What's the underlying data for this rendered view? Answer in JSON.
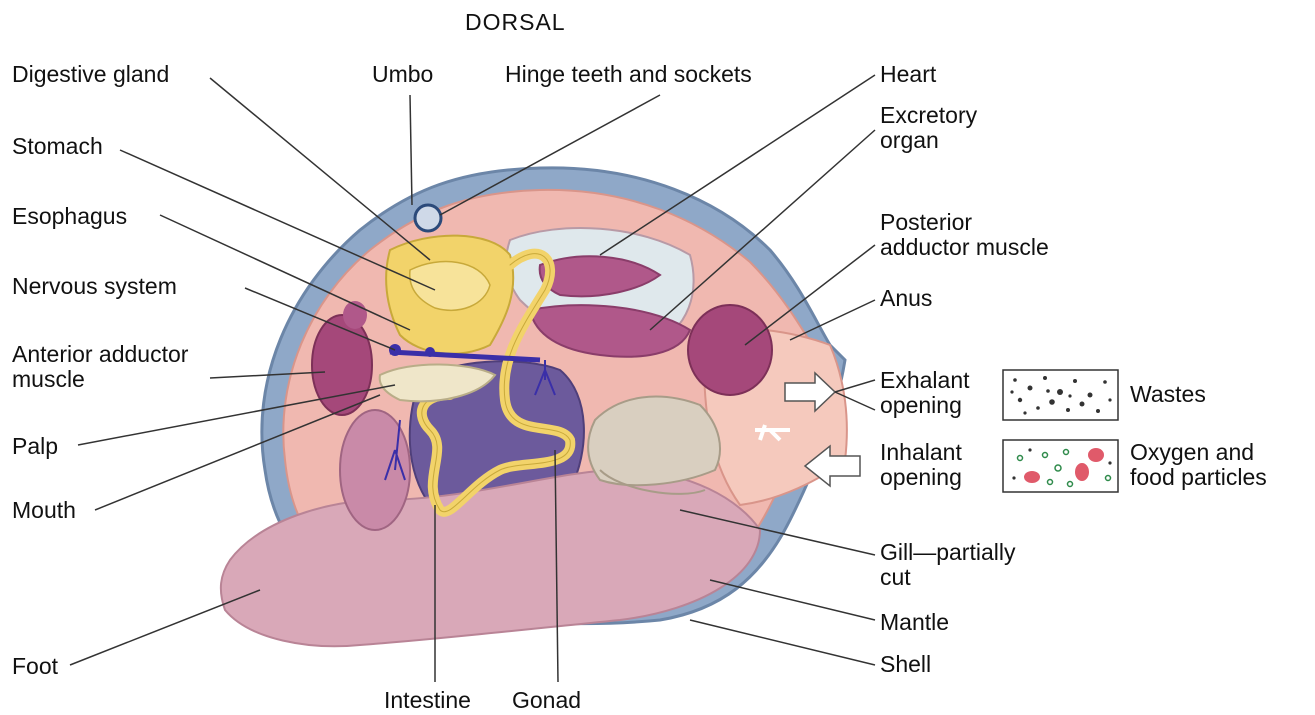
{
  "title": "DORSAL",
  "labels": {
    "digestive_gland": "Digestive gland",
    "umbo": "Umbo",
    "hinge": "Hinge teeth and sockets",
    "heart": "Heart",
    "excretory": "Excretory\norgan",
    "stomach": "Stomach",
    "esophagus": "Esophagus",
    "posterior": "Posterior\nadductor muscle",
    "nervous": "Nervous system",
    "anus": "Anus",
    "anterior": "Anterior adductor\nmuscle",
    "exhalant": "Exhalant\nopening",
    "palp": "Palp",
    "inhalant": "Inhalant\nopening",
    "mouth": "Mouth",
    "gill": "Gill—partially\ncut",
    "mantle": "Mantle",
    "foot": "Foot",
    "shell": "Shell",
    "intestine": "Intestine",
    "gonad": "Gonad"
  },
  "legend": {
    "wastes": "Wastes",
    "oxygen": "Oxygen and\nfood particles"
  },
  "colors": {
    "shell": "#8fa8c8",
    "mantle": "#f0b8b0",
    "foot": "#d9a8b8",
    "gland": "#f2d36a",
    "gonad": "#6c5a9c",
    "muscle": "#a5487a",
    "gill": "#d9cfc0",
    "nerve": "#3a2fa8"
  }
}
